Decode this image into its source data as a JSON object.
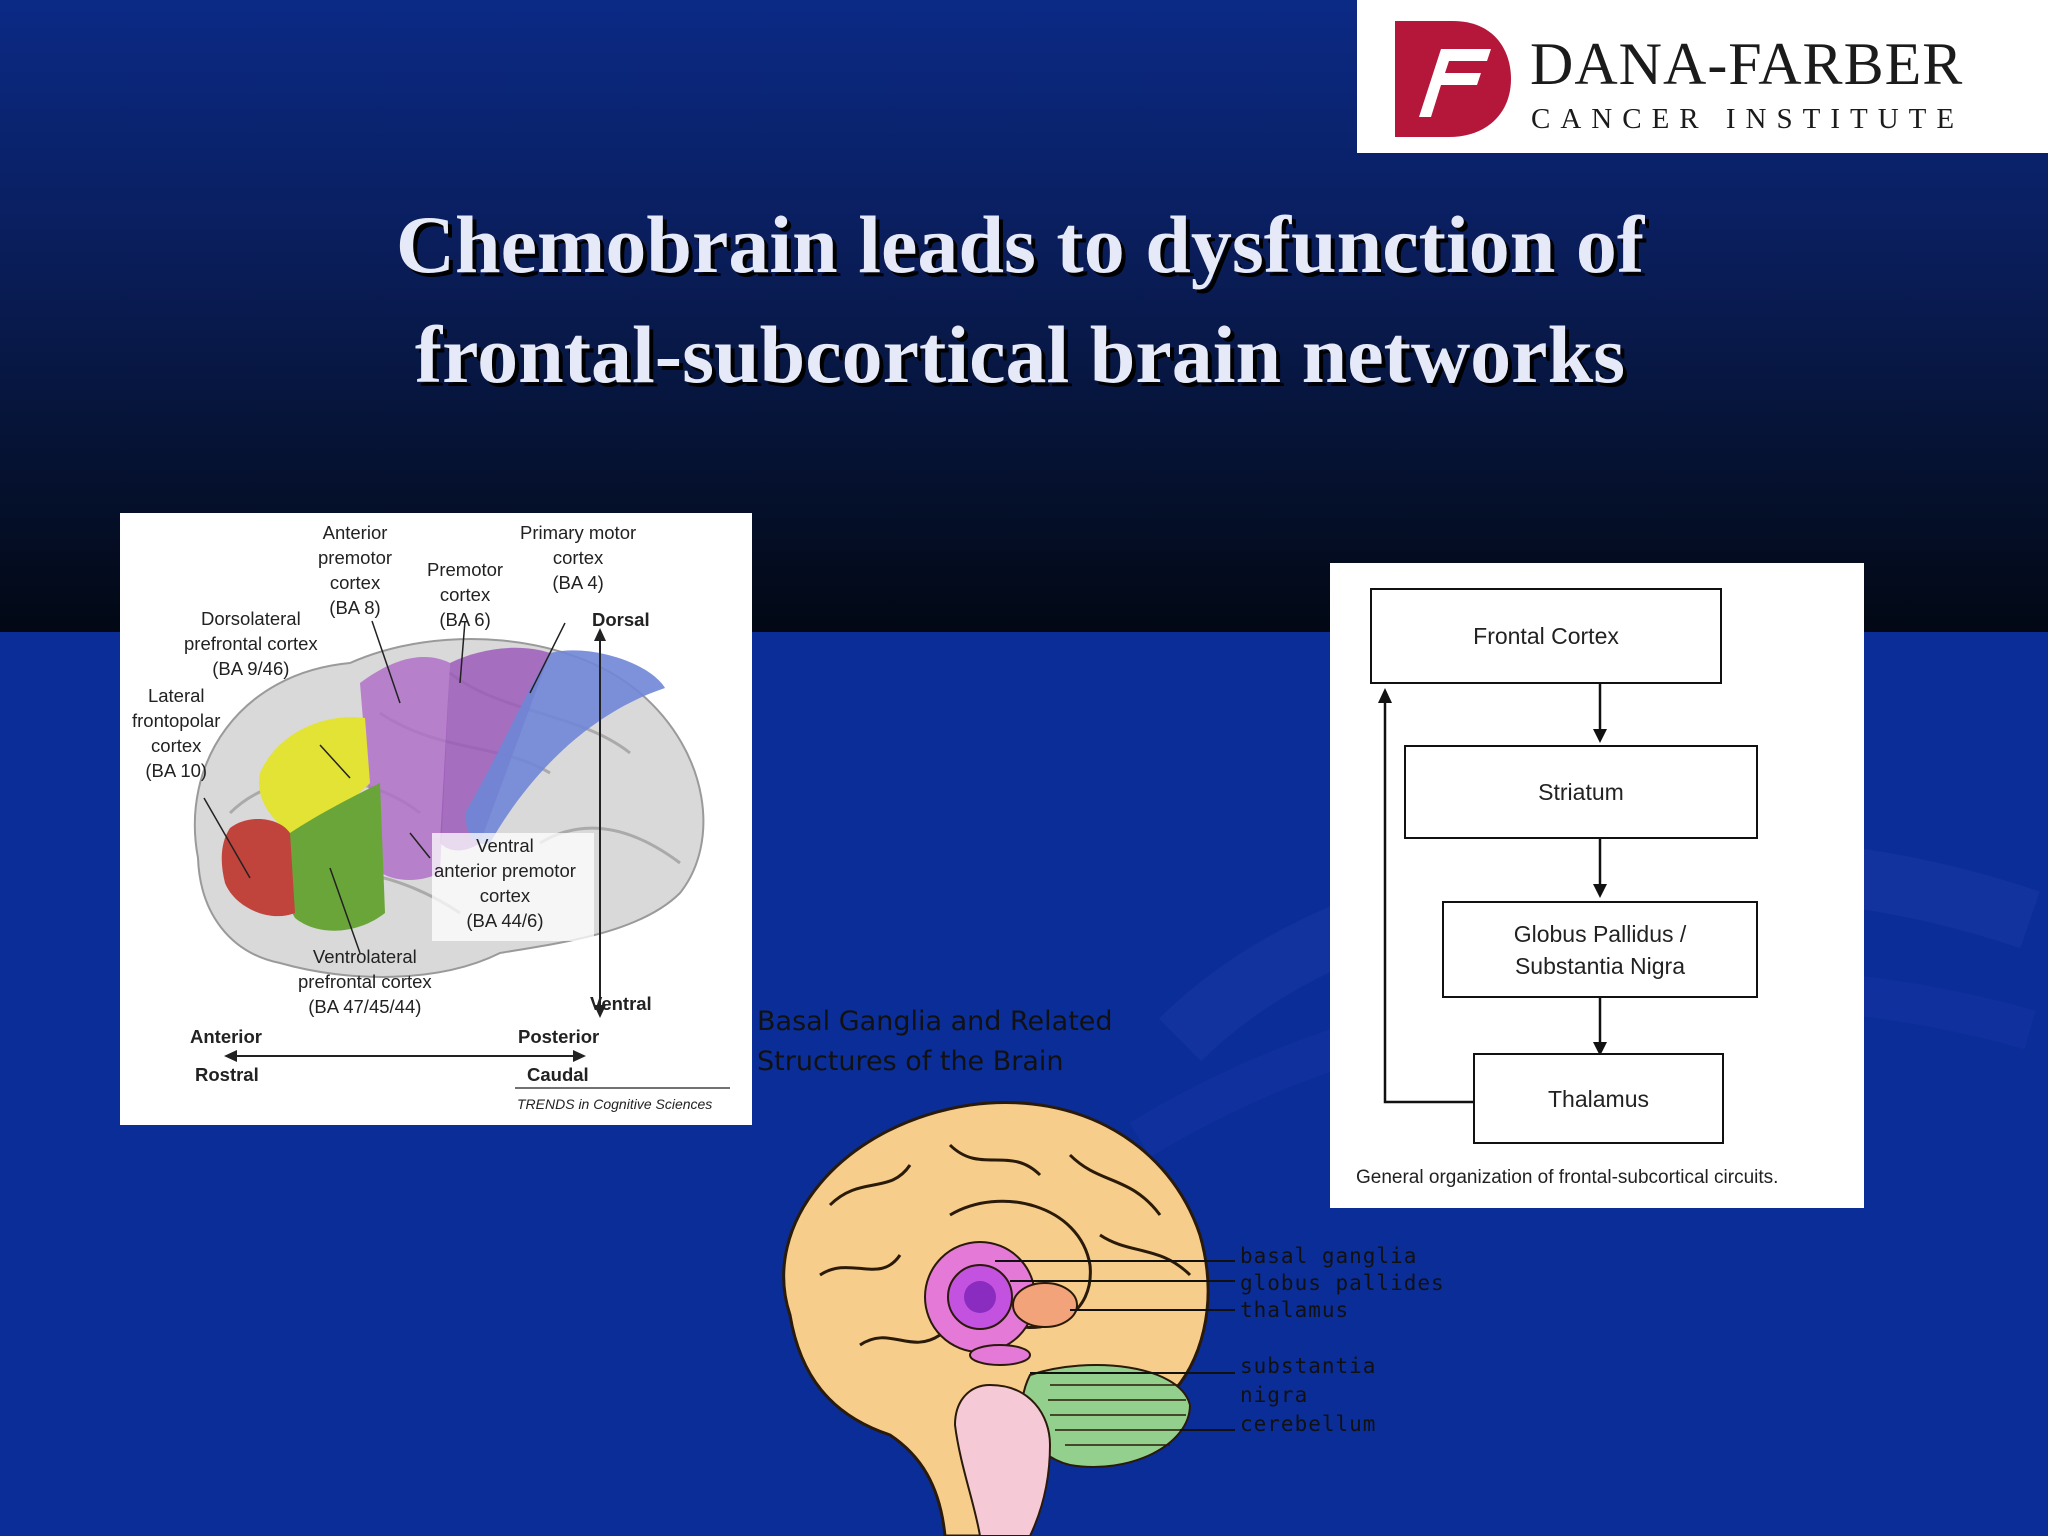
{
  "slide": {
    "title_line1": "Chemobrain leads to dysfunction of",
    "title_line2": "frontal-subcortical brain networks"
  },
  "logo": {
    "main": "DANA-FARBER",
    "sub": "CANCER INSTITUTE",
    "brand_color": "#b5173a"
  },
  "colors": {
    "background": "#0b2d98",
    "title_text": "#e6e9f7"
  },
  "figure_cortex": {
    "labels": {
      "anterior_premotor": [
        "Anterior",
        "premotor",
        "cortex",
        "(BA 8)"
      ],
      "primary_motor": [
        "Primary motor",
        "cortex",
        "(BA 4)"
      ],
      "premotor": [
        "Premotor",
        "cortex",
        "(BA 6)"
      ],
      "dorsolateral": [
        "Dorsolateral",
        "prefrontal cortex",
        "(BA 9/46)"
      ],
      "lateral_frontopolar": [
        "Lateral",
        "frontopolar",
        "cortex",
        "(BA 10)"
      ],
      "ventral_anterior_premotor": [
        "Ventral",
        "anterior premotor",
        "cortex",
        "(BA 44/6)"
      ],
      "ventrolateral": [
        "Ventrolateral",
        "prefrontal cortex",
        "(BA 47/45/44)"
      ]
    },
    "axes": {
      "dorsal": "Dorsal",
      "ventral": "Ventral",
      "anterior": "Anterior",
      "posterior": "Posterior",
      "rostral": "Rostral",
      "caudal": "Caudal"
    },
    "credit": "TRENDS in Cognitive Sciences"
  },
  "figure_basal_ganglia": {
    "title_line1": "Basal Ganglia and Related",
    "title_line2": "Structures of the Brain",
    "labels": [
      "basal ganglia",
      "globus pallides",
      "thalamus",
      "substantia",
      "nigra",
      "cerebellum"
    ]
  },
  "figure_circuit": {
    "boxes": [
      "Frontal Cortex",
      "Striatum",
      "Globus Pallidus /",
      "Substantia Nigra",
      "Thalamus"
    ],
    "caption": "General organization of frontal-subcortical circuits."
  }
}
